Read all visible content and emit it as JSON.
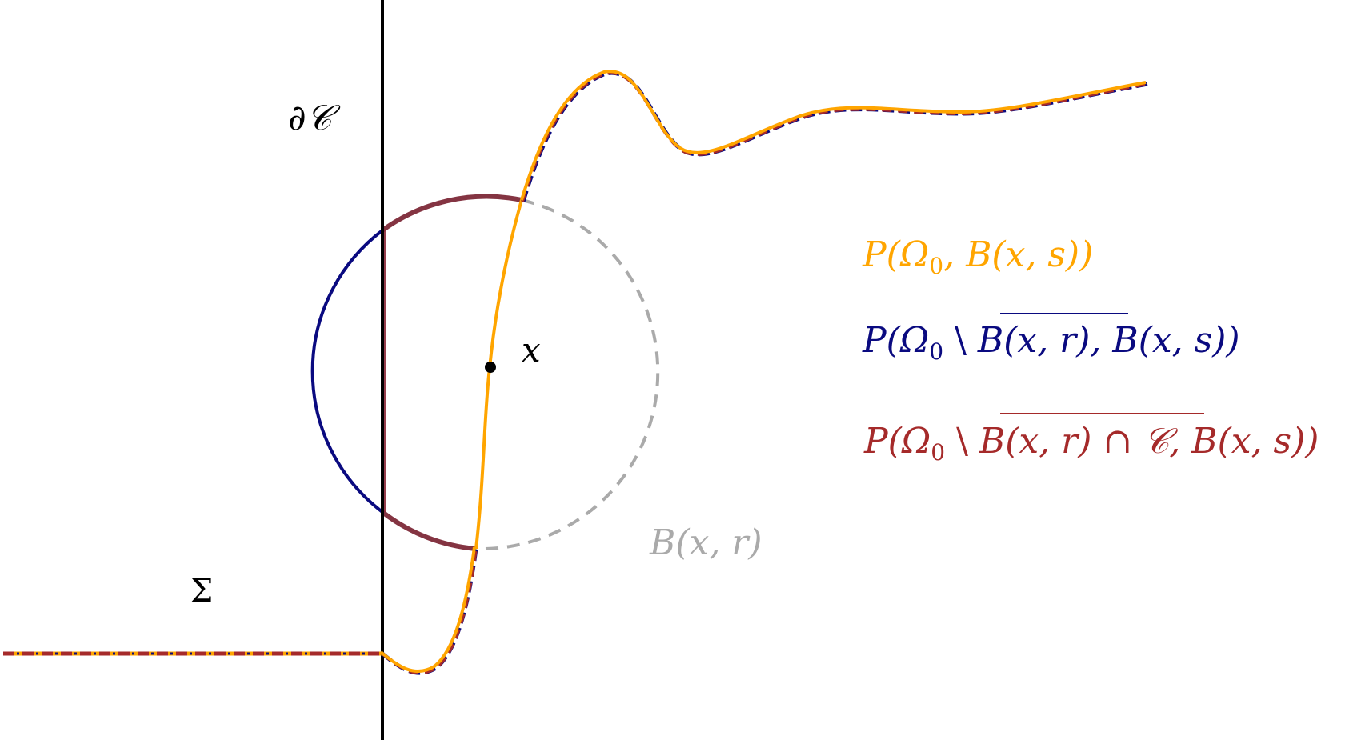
{
  "labels": {
    "boundary_C": "∂𝒞",
    "sigma": "Σ",
    "point_x": "x",
    "ball_r": "B(x, r)"
  },
  "legend": [
    {
      "id": "orange",
      "color": "#FFA500",
      "parts": [
        "P(Ω",
        "0",
        ", B(x, s))"
      ]
    },
    {
      "id": "blue",
      "color": "#0A0A80",
      "parts": [
        "P(Ω",
        "0",
        " \\ ",
        "B(x, r)",
        ", B(x, s))"
      ]
    },
    {
      "id": "red",
      "color": "#A52A2A",
      "parts": [
        "P(Ω",
        "0",
        " \\ ",
        "B(x, r) ∩ 𝒞",
        ", B(x, s))"
      ]
    }
  ],
  "colors": {
    "orange": "#FFA500",
    "blue": "#0A0A80",
    "red": "#A52A2A",
    "gray": "#AAAAAA",
    "black": "#000000"
  }
}
